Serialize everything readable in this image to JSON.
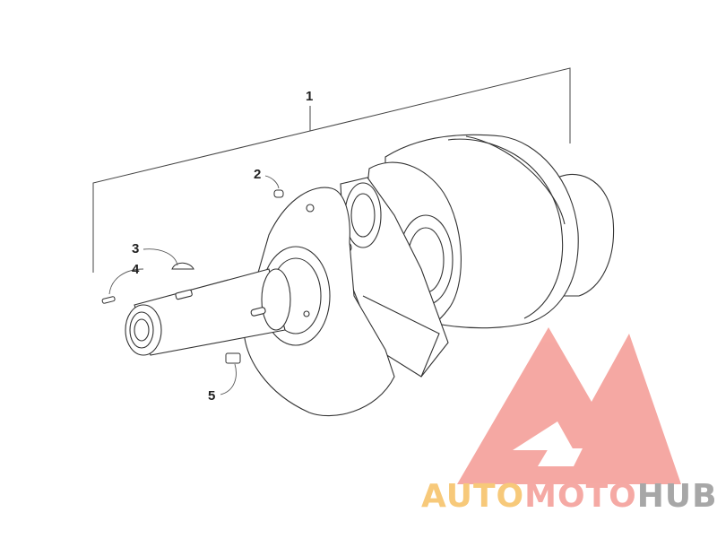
{
  "diagram": {
    "callouts": [
      {
        "id": "1",
        "text": "1"
      },
      {
        "id": "2",
        "text": "2"
      },
      {
        "id": "3",
        "text": "3"
      },
      {
        "id": "4",
        "text": "4"
      },
      {
        "id": "5",
        "text": "5"
      }
    ]
  },
  "watermark": {
    "part1": "AUTO",
    "part2": "MOTO",
    "part3": "HUB",
    "colors": {
      "auto": "#f7c97a",
      "moto": "#f5a9a4",
      "hub": "#a7a7a7",
      "logo": "#f49a93"
    }
  }
}
